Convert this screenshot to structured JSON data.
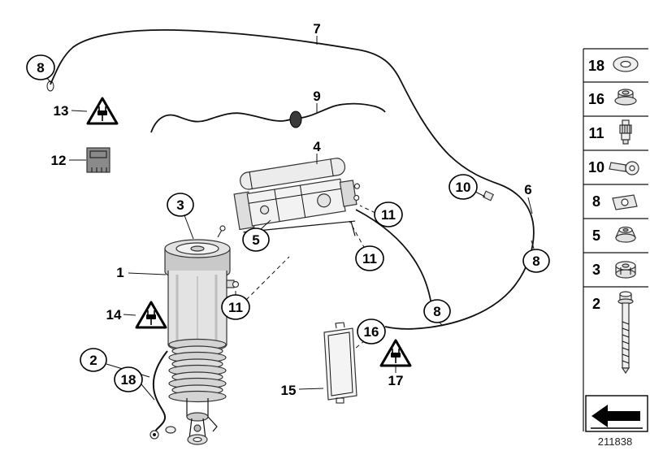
{
  "figure": {
    "drawing_number": "211838",
    "callouts_circled": [
      {
        "id": "8-top-left",
        "label": "8"
      },
      {
        "id": "3-strut-top",
        "label": "3"
      },
      {
        "id": "2-strut-bottom",
        "label": "2"
      },
      {
        "id": "18-strut-bottom",
        "label": "18"
      },
      {
        "id": "11-strut",
        "label": "11"
      },
      {
        "id": "5-unit-mount",
        "label": "5"
      },
      {
        "id": "11-unit-upper",
        "label": "11"
      },
      {
        "id": "11-unit-lower",
        "label": "11"
      },
      {
        "id": "10-line-clip",
        "label": "10"
      },
      {
        "id": "8-line-right",
        "label": "8"
      },
      {
        "id": "8-line-mid",
        "label": "8"
      },
      {
        "id": "16-module",
        "label": "16"
      }
    ],
    "callouts_plain": [
      {
        "id": "7-line",
        "label": "7"
      },
      {
        "id": "9-hose",
        "label": "9"
      },
      {
        "id": "4-air-supply",
        "label": "4"
      },
      {
        "id": "13-warning",
        "label": "13"
      },
      {
        "id": "12-module-small",
        "label": "12"
      },
      {
        "id": "1-air-spring",
        "label": "1"
      },
      {
        "id": "14-warning",
        "label": "14"
      },
      {
        "id": "6-line-right",
        "label": "6"
      },
      {
        "id": "15-control-unit",
        "label": "15"
      },
      {
        "id": "17-warning",
        "label": "17"
      }
    ],
    "legend": {
      "items": [
        {
          "label": "18",
          "icon": "washer-icon"
        },
        {
          "label": "16",
          "icon": "flange-nut-icon"
        },
        {
          "label": "11",
          "icon": "valve-fitting-icon"
        },
        {
          "label": "10",
          "icon": "holder-clip-icon"
        },
        {
          "label": "8",
          "icon": "bracket-icon"
        },
        {
          "label": "5",
          "icon": "grommet-icon"
        },
        {
          "label": "3",
          "icon": "hex-nut-icon"
        },
        {
          "label": "2",
          "icon": "bolt-icon"
        }
      ]
    }
  }
}
